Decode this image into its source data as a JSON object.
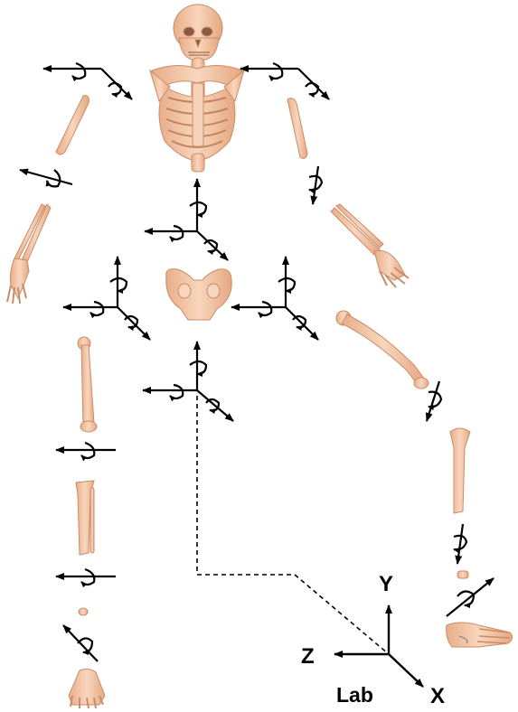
{
  "figure": {
    "axis_labels": {
      "y": "Y",
      "z": "Z",
      "x": "X",
      "frame": "Lab"
    }
  },
  "colors": {
    "bone_fill": "#f2c4a2",
    "bone_stroke": "#c98c68",
    "bone_shade": "#e3a784",
    "axis": "#000000"
  },
  "icons": {
    "segment_frame": "xyz-triad-with-rotation-arrows-icon",
    "single_axis": "hinge-axis-with-rotation-arrow-icon",
    "lab_frame": "lab-coordinate-frame-icon"
  }
}
